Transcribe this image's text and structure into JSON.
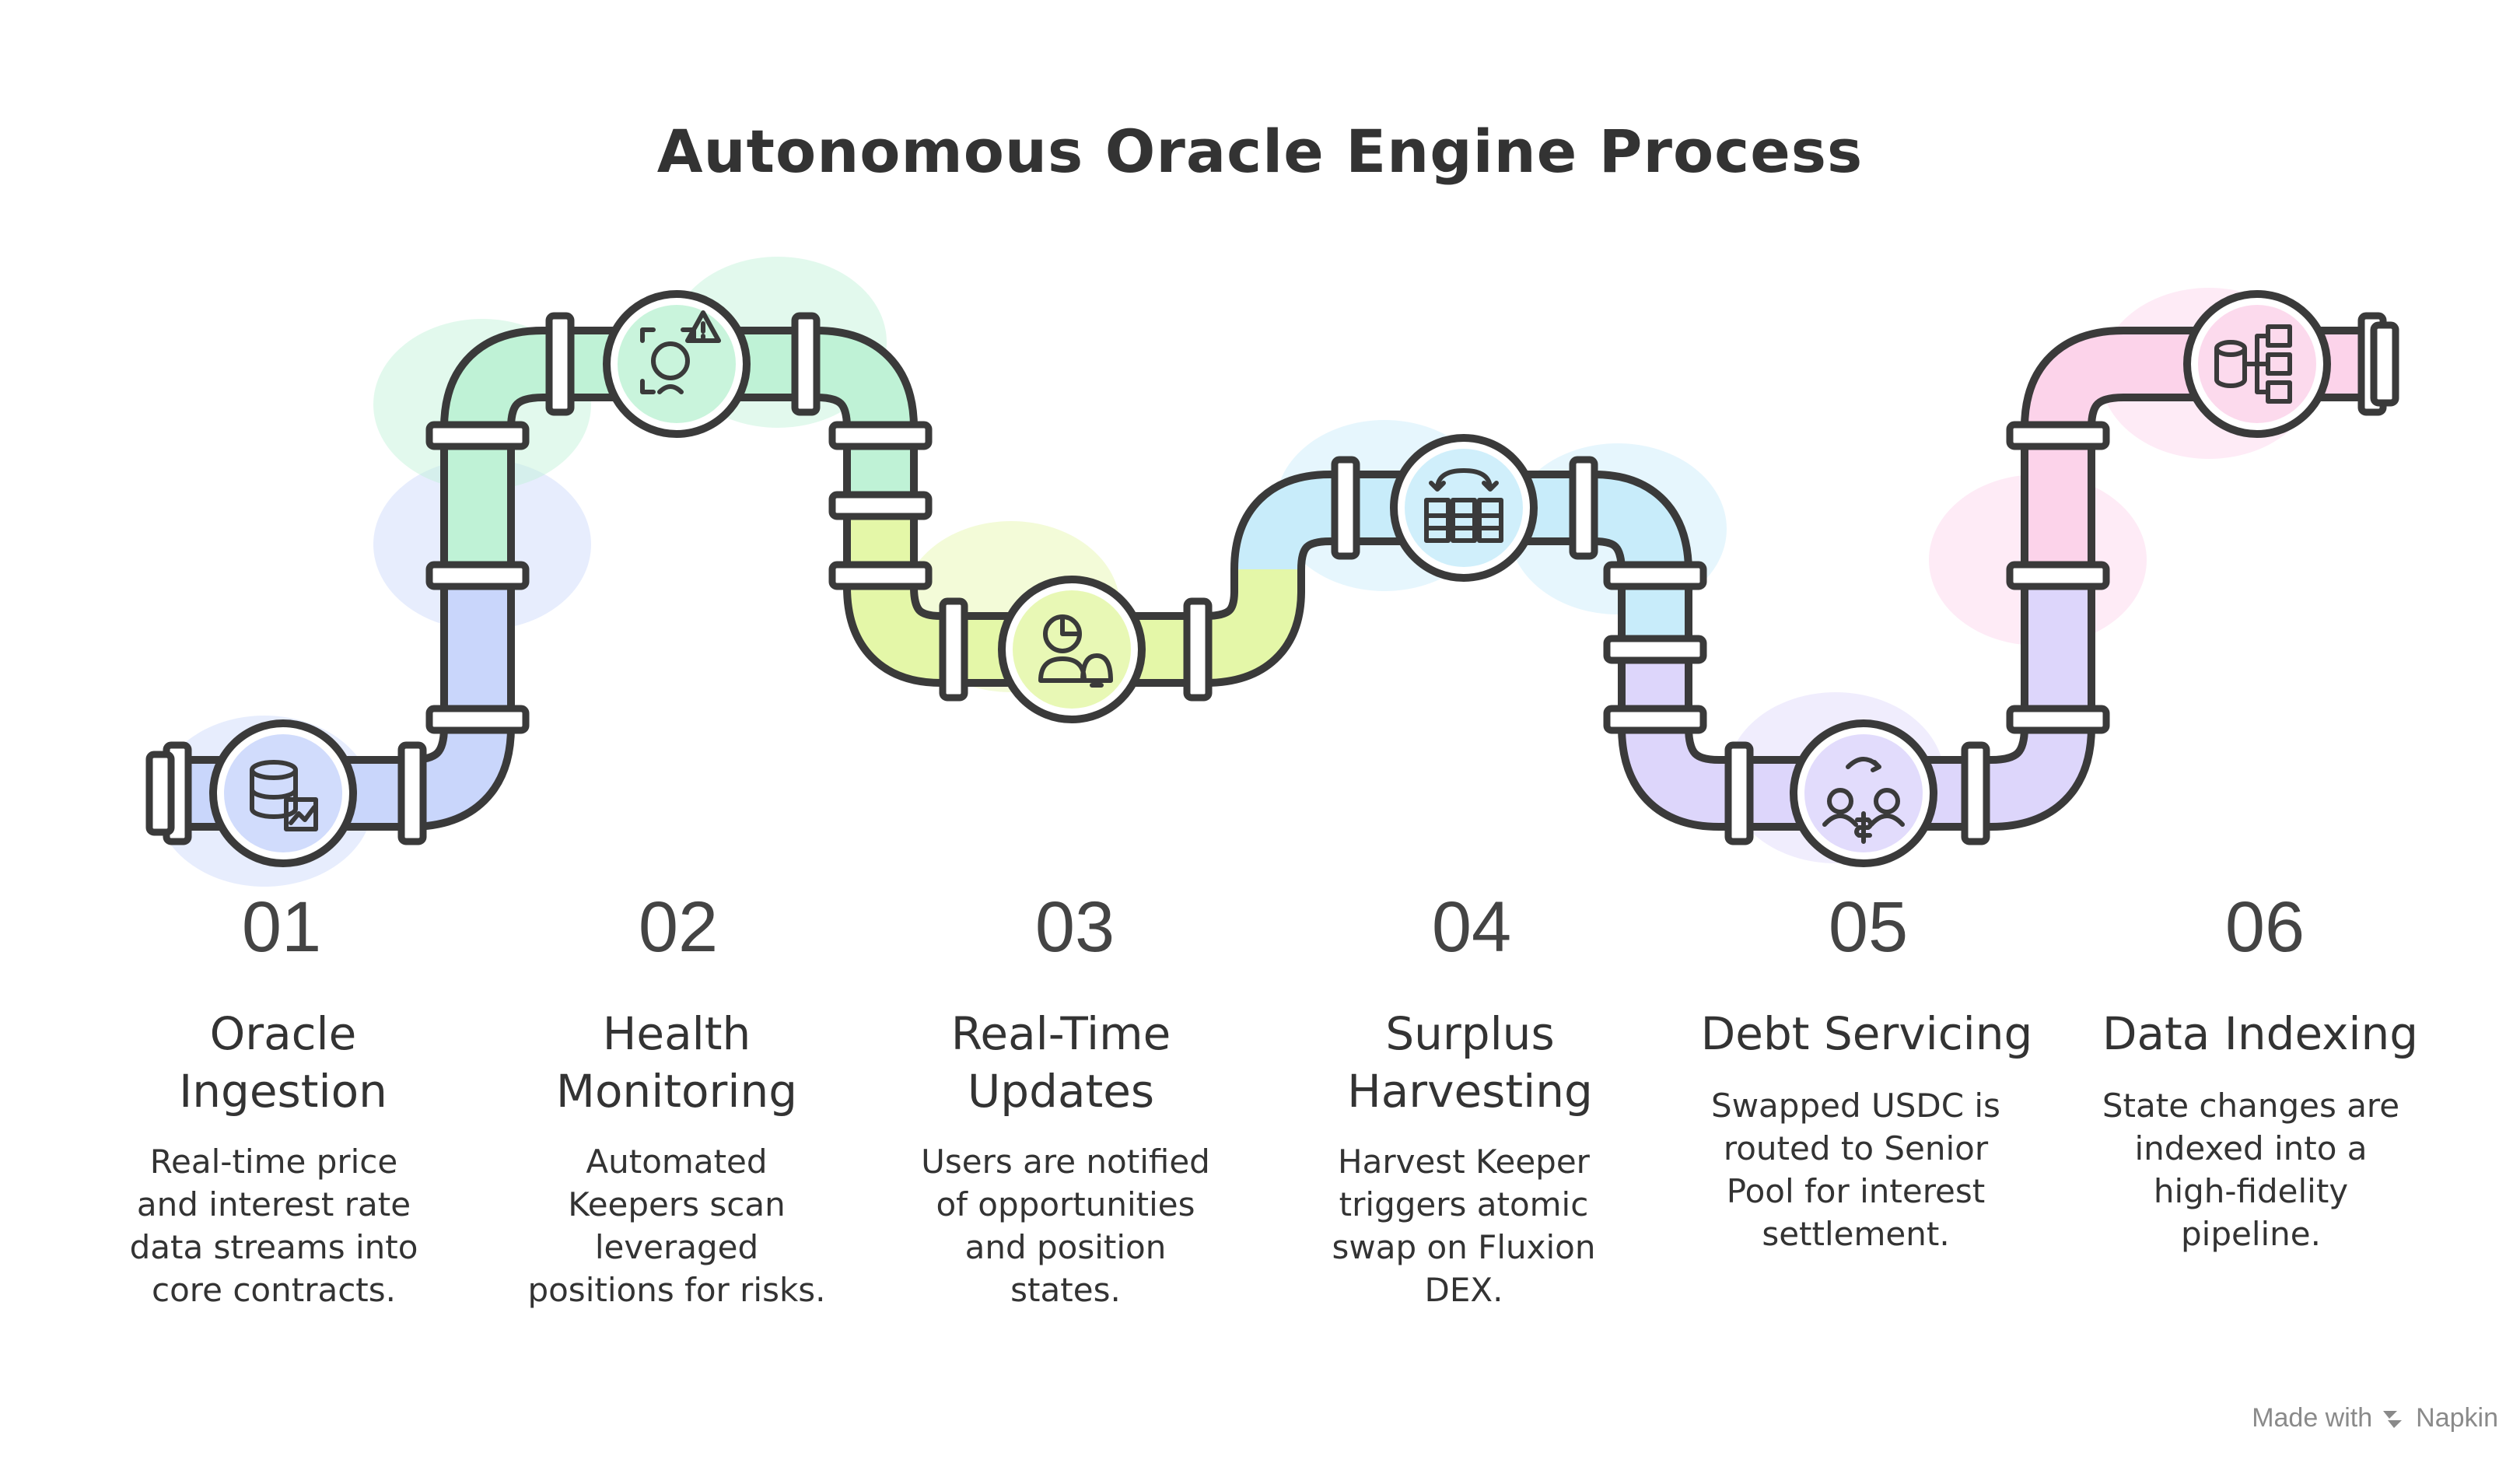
{
  "title": "Autonomous Oracle Engine Process",
  "steps": [
    {
      "number": "01",
      "title": "Oracle\nIngestion",
      "description": "Real-time price\nand interest rate\ndata streams into\ncore contracts.",
      "color": "#c9d6fb",
      "icon": "database-chart-icon"
    },
    {
      "number": "02",
      "title": "Health\nMonitoring",
      "description": "Automated\nKeepers scan\nleveraged\npositions for risks.",
      "color": "#bff2d6",
      "icon": "warning-scan-icon"
    },
    {
      "number": "03",
      "title": "Real-Time\nUpdates",
      "description": "Users are notified\nof opportunities\nand position\nstates.",
      "color": "#e4f7a8",
      "icon": "user-pie-bell-icon"
    },
    {
      "number": "04",
      "title": "Surplus\nHarvesting",
      "description": "Harvest Keeper\ntriggers atomic\nswap on Fluxion\nDEX.",
      "color": "#c8ecfa",
      "icon": "swap-columns-icon"
    },
    {
      "number": "05",
      "title": "Debt Servicing",
      "description": "Swapped USDC is\nrouted to Senior\nPool for interest\nsettlement.",
      "color": "#ddd6fb",
      "icon": "people-exchange-icon"
    },
    {
      "number": "06",
      "title": "Data Indexing",
      "description": "State changes are\nindexed into a\nhigh-fidelity\npipeline.",
      "color": "#fcd3ea",
      "icon": "database-index-icon"
    }
  ],
  "credit": {
    "text": "Made with",
    "brand": "Napkin",
    "icon": "napkin-logo-icon"
  }
}
